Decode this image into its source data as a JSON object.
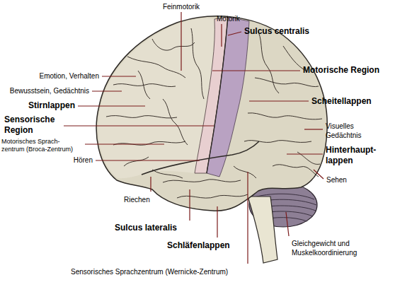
{
  "diagram": {
    "labels": [
      "Feinmotorik",
      "Motorik",
      "Sulcus centralis",
      "Motorische Region",
      "Emotion, Verhalten",
      "Bewusstsein, Gedächtnis",
      "Stirnlappen",
      "Scheitellappen",
      "Sensorische Region",
      "Motorisches Sprach- zentrum (Broca-Zentrum)",
      "Visuelles Gedächtnis",
      "Hinterhaupt- lappen",
      "Hören",
      "Sehen",
      "Riechen",
      "Sulcus lateralis",
      "Schläfenlappen",
      "Gleichgewicht und Muskelkoordinierung",
      "Sensorisches Sprachzentrum (Wernicke-Zentrum)"
    ]
  }
}
